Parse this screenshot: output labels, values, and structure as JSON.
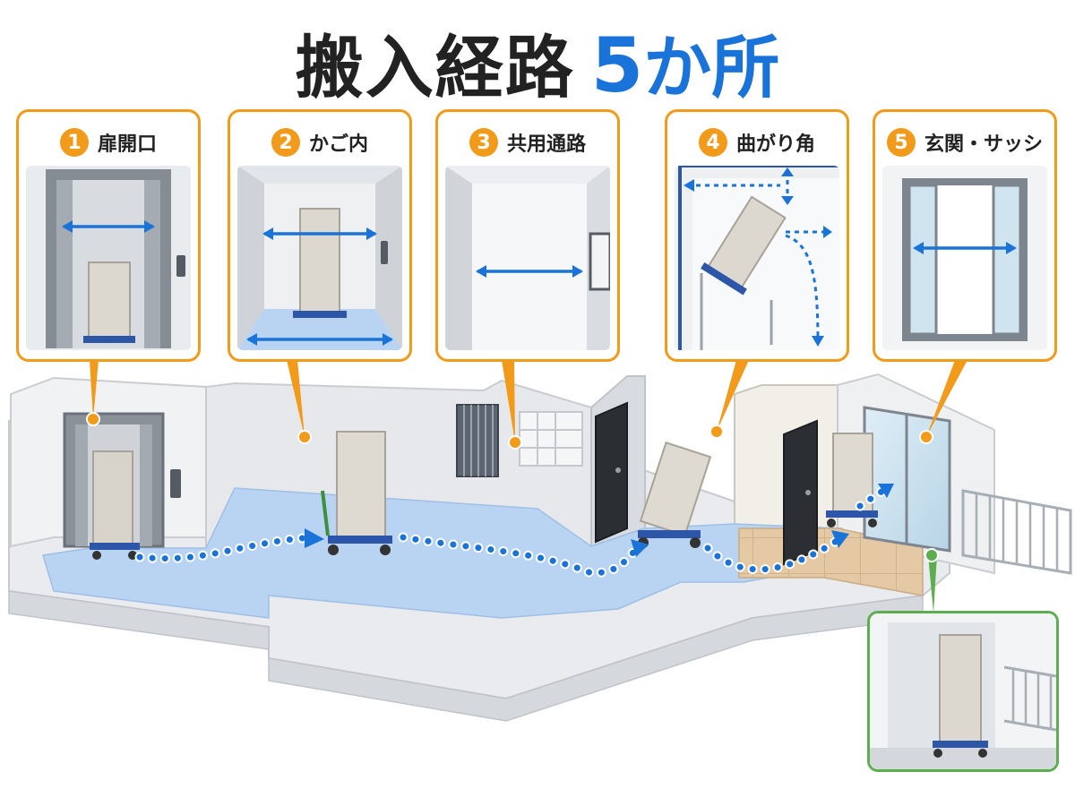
{
  "title": {
    "main": "搬入経路",
    "accent_number": "5",
    "accent_suffix": "か所"
  },
  "checkpoints": [
    {
      "number": "1",
      "label": "扉開口"
    },
    {
      "number": "2",
      "label": "かご内"
    },
    {
      "number": "3",
      "label": "共用通路"
    },
    {
      "number": "4",
      "label": "曲がり角"
    },
    {
      "number": "5",
      "label": "玄関・サッシ"
    }
  ],
  "colors": {
    "accent_orange": "#f29a1a",
    "route_blue": "#1a73d9",
    "floor_blue": "#b9d3f2",
    "inset_green": "#5cae4e",
    "title_dark": "#222222"
  }
}
